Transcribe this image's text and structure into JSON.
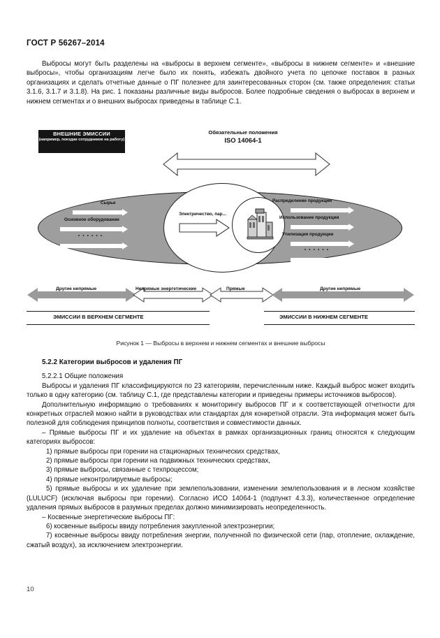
{
  "document": {
    "standard_header": "ГОСТ Р 56267–2014",
    "page_number": "10"
  },
  "intro": {
    "paragraph": "Выбросы могут быть разделены на «выбросы в верхнем сегменте», «выбросы в нижнем сегмен­те» и «внешние выбросы», чтобы организациям легче было их понять, избежать двойного учета по цепочке поставок в разных организациях и сделать отчетные данные о ПГ полезнее для заинтересован­ных сторон (см. также определения: статьи 3.1.6, 3.1.7 и 3.1.8). На рис. 1 показаны различные виды вы­бросов. Более подробные сведения о выбросах в верхнем и нижнем сегментах и о внешних выбросах приведены в таблице С.1."
  },
  "figure": {
    "external_box": {
      "title": "ВНЕШНИЕ ЭМИССИИ",
      "subtitle": "(например, поездки сотрудников на работу)"
    },
    "iso_caption": {
      "line1": "Обязательные положения",
      "line2": "ISO 14064-1"
    },
    "upstream_labels": [
      "Сырье",
      "Основное оборудование"
    ],
    "upstream_dots": "• • • • • •",
    "center_label": "Электричество, пар...",
    "downstream_labels": [
      "Распределение продукции",
      "Использование продукции",
      "Утилизация продукции"
    ],
    "downstream_dots": "• • • • • •",
    "scope_labels": [
      "Другие непрямые",
      "Непрямые энергетические",
      "Прямые",
      "Другие непрямые"
    ],
    "segment_banners": [
      "ЭМИССИИ В ВЕРХНЕМ СЕГМЕНТЕ",
      "ЭМИССИИ В НИЖНЕМ СЕГМЕНТЕ"
    ],
    "caption": "Рисунок 1 — Выбросы в верхнем и нижнем сегментах и внешние выбросы",
    "colors": {
      "ellipse_fill": "#9e9e9e",
      "band_arrow": "#9a9a9a",
      "box_fill": "#151515"
    }
  },
  "section": {
    "heading": "5.2.2 Категории выбросов и удаления ПГ",
    "subheading": "5.2.2.1 Общие положения",
    "para1": "Выбросы и удаления ПГ классифицируются по 23 категориям, перечисленным ниже. Каждый вы­брос может входить только в одну категорию (см. таблицу С.1, где представлены категории и приведены примеры источников выбросов).",
    "para2": "Дополнительную информацию о требованиях к мониторингу выбросов ПГ и к соответствующей отчетности для конкретных отраслей можно найти в руководствах или стандартах для конкретной от­расли. Эта информация может быть полезной для соблюдения принципов полноты, соответствия и совместимости данных.",
    "dash1": "– Прямые выбросы ПГ и их удаление на объектах в рамках организационных границ относятся к следующим категориях выбросов:",
    "list1": [
      "1) прямые выбросы при горении на стационарных технических средствах,",
      "2) прямые выбросы при горении на подвижных технических средствах,",
      "3) прямые выбросы, связанные с техпроцессом;",
      "4) прямые неконтролируемые выбросы;"
    ],
    "item5": "5) прямые выбросы и их удаление при землепользовании, изменении землепользования и в лес­ном хозяйстве (LULUCF) (исключая выбросы при горении). Согласно ИСО 14064-1 (подпункт 4.3.3), ко­личественное определение удаления прямых выбросов в разумных пределах должно минимизировать неопределенность.",
    "dash2": "– Косвенные энергетические выбросы ПГ:",
    "item6": "6) косвенные выбросы ввиду потребления закупленной электроэнергии;",
    "item7": "7) косвенные выбросы ввиду потребления энергии, полученной по физической сети (пар, отопле­ние, охлаждение, сжатый воздух), за исключением электроэнергии."
  }
}
